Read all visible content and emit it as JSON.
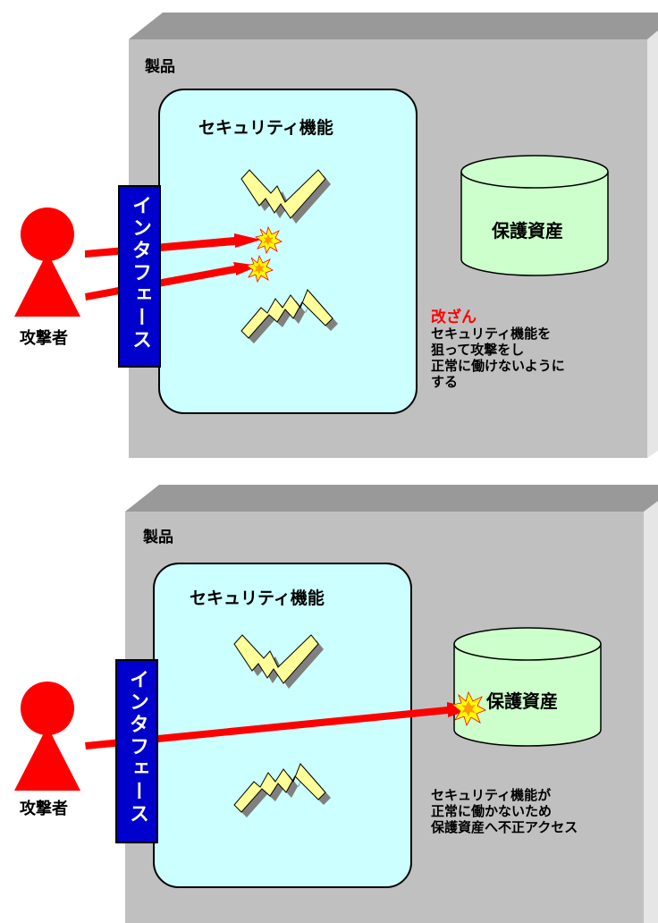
{
  "top": {
    "product_label": "製品",
    "security_label": "セキュリティ機能",
    "asset_label": "保護資産",
    "attacker_label": "攻撃者",
    "interface_label": "インタフェース",
    "note_heading": "改ざん",
    "note_lines": [
      "セキュリティ機能を",
      "狙って攻撃をし",
      "正常に働けないように",
      "する"
    ]
  },
  "bottom": {
    "product_label": "製品",
    "security_label": "セキュリティ機能",
    "asset_label": "保護資産",
    "attacker_label": "攻撃者",
    "interface_label": "インタフェース",
    "note_lines": [
      "セキュリティ機能が",
      "正常に働かないため",
      "保護資産へ不正アクセス"
    ]
  },
  "colors": {
    "box_front": "#c0c0c0",
    "box_top": "#999999",
    "box_side": "#e6e6e6",
    "security_fill": "#ccffff",
    "asset_fill": "#ccffcc",
    "interface_fill": "#0000cc",
    "attacker_fill": "#ff0000",
    "arrow": "#ff0000",
    "shield_fill": "#ffff99",
    "burst_outer": "#ffff00",
    "burst_inner": "#ff9900"
  }
}
